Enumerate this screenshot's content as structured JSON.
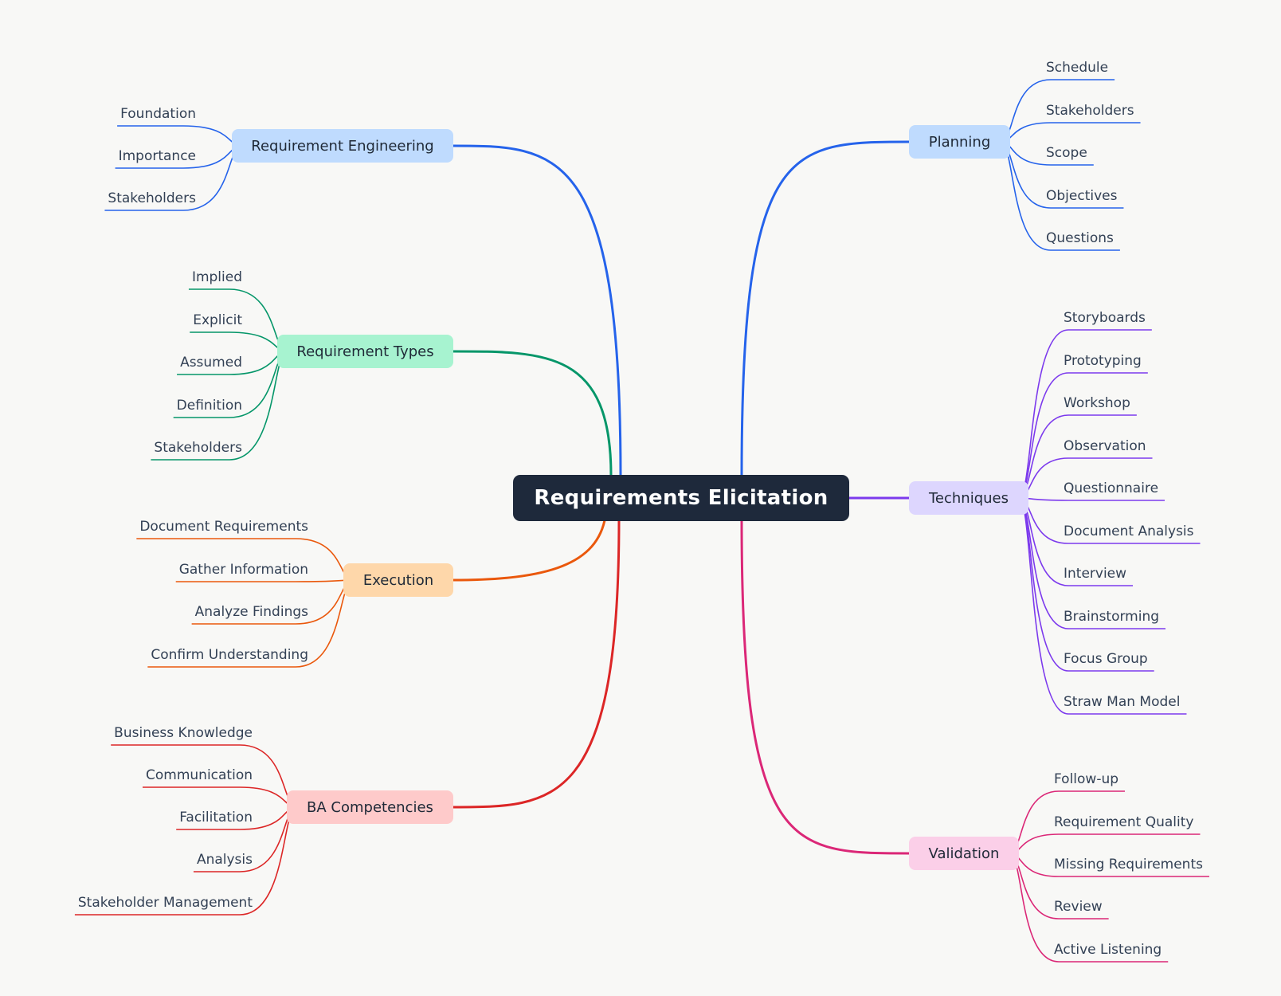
{
  "root": "Requirements Elicitation",
  "colors": {
    "background": "#f8f8f6",
    "root_fill": "#1e293b",
    "root_text": "#ffffff",
    "label_text": "#334155"
  },
  "branches": [
    {
      "label": "Requirement Engineering",
      "side": "left",
      "color": "#2563eb",
      "fill": "#bfdbfe",
      "children": [
        "Foundation",
        "Importance",
        "Stakeholders"
      ]
    },
    {
      "label": "Requirement Types",
      "side": "left",
      "color": "#059669",
      "fill": "#a7f3d0",
      "children": [
        "Implied",
        "Explicit",
        "Assumed",
        "Definition",
        "Stakeholders"
      ]
    },
    {
      "label": "Execution",
      "side": "left",
      "color": "#ea580c",
      "fill": "#fed7aa",
      "children": [
        "Document Requirements",
        "Gather Information",
        "Analyze Findings",
        "Confirm Understanding"
      ]
    },
    {
      "label": "BA Competencies",
      "side": "left",
      "color": "#dc2626",
      "fill": "#fecaca",
      "children": [
        "Business Knowledge",
        "Communication",
        "Facilitation",
        "Analysis",
        "Stakeholder Management"
      ]
    },
    {
      "label": "Planning",
      "side": "right",
      "color": "#2563eb",
      "fill": "#bfdbfe",
      "children": [
        "Schedule",
        "Stakeholders",
        "Scope",
        "Objectives",
        "Questions"
      ]
    },
    {
      "label": "Techniques",
      "side": "right",
      "color": "#7c3aed",
      "fill": "#ddd6fe",
      "children": [
        "Storyboards",
        "Prototyping",
        "Workshop",
        "Observation",
        "Questionnaire",
        "Document Analysis",
        "Interview",
        "Brainstorming",
        "Focus Group",
        "Straw Man Model"
      ]
    },
    {
      "label": "Validation",
      "side": "right",
      "color": "#db2777",
      "fill": "#fbcfe8",
      "children": [
        "Follow-up",
        "Requirement Quality",
        "Missing Requirements",
        "Review",
        "Active Listening"
      ]
    }
  ]
}
